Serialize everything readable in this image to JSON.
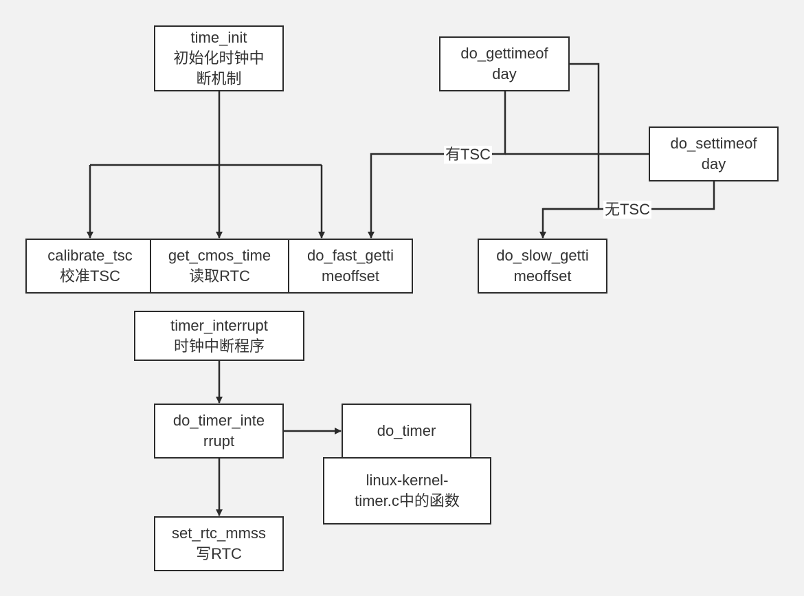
{
  "nodes": {
    "time_init": {
      "line1": "time_init",
      "line2": "初始化时钟中",
      "line3": "断机制"
    },
    "calibrate_tsc": {
      "line1": "calibrate_tsc",
      "line2": "校准TSC"
    },
    "get_cmos_time": {
      "line1": "get_cmos_time",
      "line2": "读取RTC"
    },
    "do_fast_gettimeoffset": {
      "line1": "do_fast_getti",
      "line2": "meoffset"
    },
    "do_gettimeofday": {
      "line1": "do_gettimeof",
      "line2": "day"
    },
    "do_settimeofday": {
      "line1": "do_settimeof",
      "line2": "day"
    },
    "do_slow_gettimeoffset": {
      "line1": "do_slow_getti",
      "line2": "meoffset"
    },
    "timer_interrupt": {
      "line1": "timer_interrupt",
      "line2": "时钟中断程序"
    },
    "do_timer_interrupt": {
      "line1": "do_timer_inte",
      "line2": "rrupt"
    },
    "do_timer": {
      "line1": "do_timer"
    },
    "linux_kernel_note": {
      "line1": "linux-kernel-",
      "line2": "timer.c中的函数"
    },
    "set_rtc_mmss": {
      "line1": "set_rtc_mmss",
      "line2": "写RTC"
    }
  },
  "edge_labels": {
    "has_tsc": "有TSC",
    "no_tsc": "无TSC"
  }
}
